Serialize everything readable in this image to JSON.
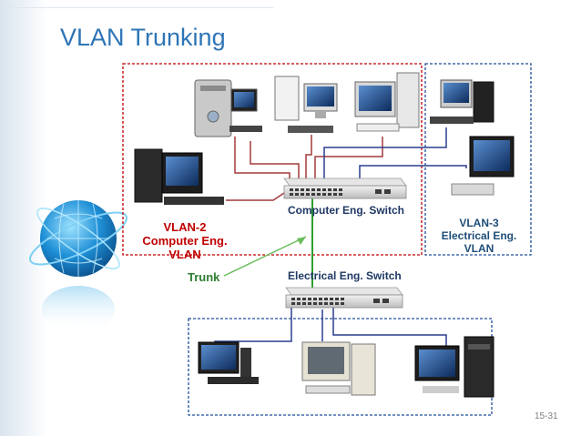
{
  "slide": {
    "title": "VLAN Trunking",
    "page_number": "15-31"
  },
  "diagram": {
    "vlan2": {
      "line1": "VLAN-2",
      "line2": "Computer Eng. VLAN"
    },
    "vlan3": {
      "line1": "VLAN-3",
      "line2": "Electrical Eng. VLAN"
    },
    "computer_switch_label": "Computer Eng. Switch",
    "electrical_switch_label": "Electrical Eng. Switch",
    "trunk_label": "Trunk",
    "colors": {
      "vlan2_border": "#c00000",
      "vlan3_border": "#1f4e9a",
      "trunk_line": "#2ca02c",
      "vlan2_cable": "#a33a3a",
      "vlan3_cable": "#2a3f8f",
      "title": "#2e75b6"
    }
  }
}
